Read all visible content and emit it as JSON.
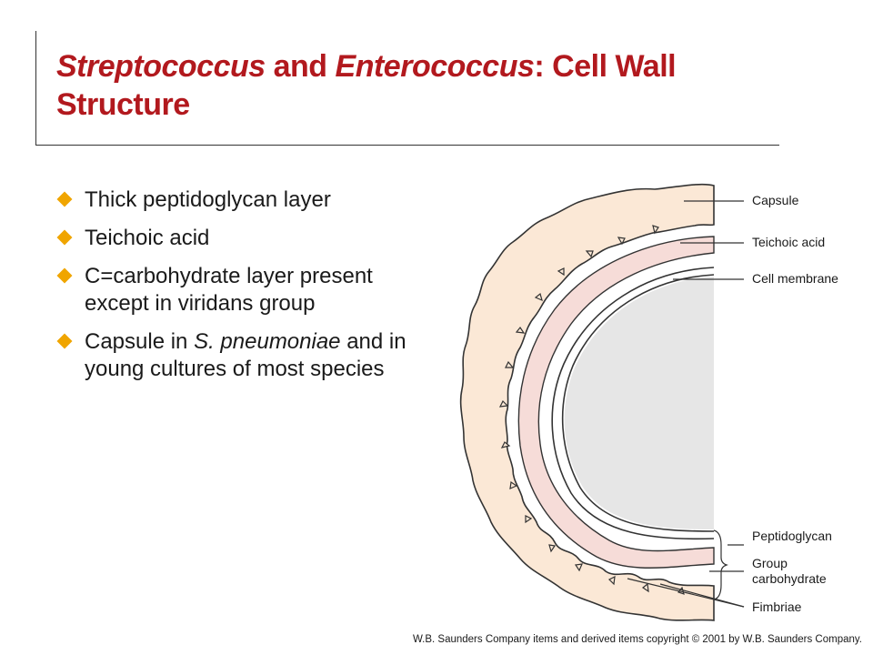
{
  "title": {
    "part1_italic": "Streptococcus",
    "part2": " and ",
    "part3_italic": "Enterococcus",
    "part4": ": Cell Wall Structure"
  },
  "bullets": {
    "item1": "Thick peptidoglycan  layer",
    "item2": "Teichoic acid",
    "item3": "C=carbohydrate  layer present except in viridans group",
    "item4_prefix": "Capsule in ",
    "item4_italic": "S. pneumoniae",
    "item4_suffix": " and in young cultures of most species"
  },
  "diagram_labels": {
    "capsule": "Capsule",
    "teichoic_acid": "Teichoic acid",
    "cell_membrane": "Cell membrane",
    "peptidoglycan": "Peptidoglycan",
    "group_carbohydrate_line1": "Group",
    "group_carbohydrate_line2": "carbohydrate",
    "fimbriae": "Fimbriae"
  },
  "footer": {
    "copyright": "W.B. Saunders Company items and derived items copyright © 2001 by W.B. Saunders Company."
  },
  "colors": {
    "title": "#b2191e",
    "bullet": "#f0a500",
    "capsule_fill": "#fbe8d6",
    "teichoic_fill": "#f6dcd8",
    "cytoplasm_fill": "#e6e6e6",
    "outline": "#333333"
  }
}
